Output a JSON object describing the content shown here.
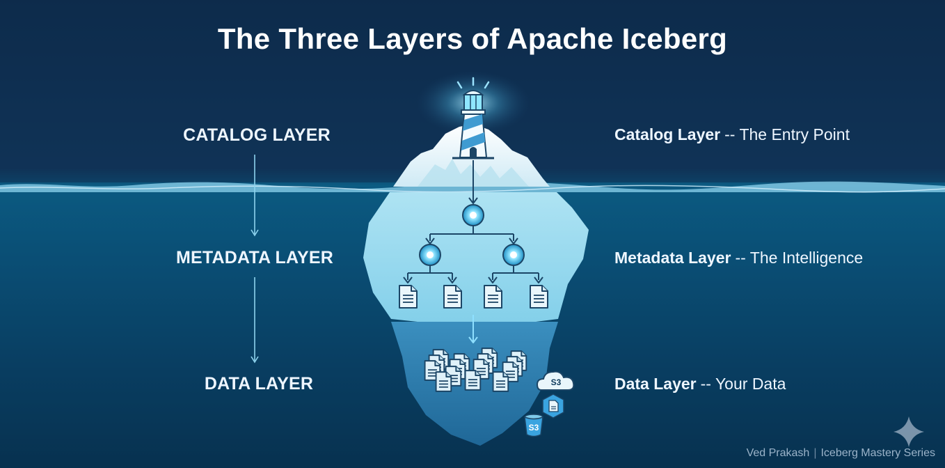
{
  "title": "The Three Layers of Apache Iceberg",
  "left_labels": {
    "catalog": "CATALOG LAYER",
    "metadata": "METADATA LAYER",
    "data": "DATA LAYER"
  },
  "right_labels": {
    "catalog": {
      "name": "Catalog Layer",
      "sep": "--",
      "desc": "The Entry Point"
    },
    "metadata": {
      "name": "Metadata Layer",
      "sep": "--",
      "desc": "The Intelligence"
    },
    "data": {
      "name": "Data Layer",
      "sep": "--",
      "desc": "Your Data"
    }
  },
  "storage": {
    "cloud_label": "S3",
    "bucket_label": "S3"
  },
  "footer": {
    "author": "Ved Prakash",
    "series": "Iceberg Mastery Series"
  },
  "icons": [
    "lighthouse-icon",
    "node-icon",
    "document-icon",
    "cloud-icon",
    "bucket-icon",
    "file-hex-icon",
    "sparkle-icon"
  ],
  "colors": {
    "deep_navy": "#0c2744",
    "ocean_blue": "#0b5f86",
    "ice_light": "#a8dff0",
    "ice_mid": "#6fc6e2",
    "accent_cyan": "#4fd0ff"
  }
}
